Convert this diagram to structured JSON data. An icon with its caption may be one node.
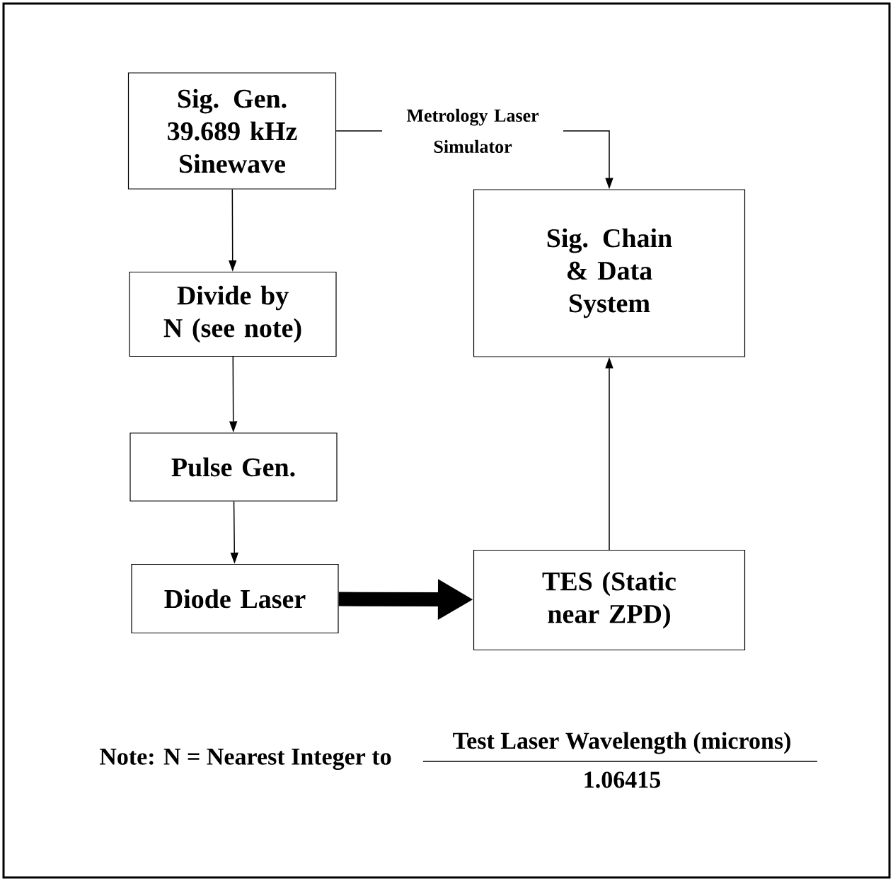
{
  "diagram": {
    "nodes": [
      {
        "text": [
          "Sig. Gen. 39.689 kHz Sinewave"
        ]
      },
      {
        "text": [
          "Divide by N (see note)"
        ]
      },
      {
        "text": [
          "Pulse Gen."
        ]
      },
      {
        "text": [
          "Diode Laser"
        ]
      },
      {
        "text": [
          "Sig. Chain & Data System"
        ]
      },
      {
        "text": [
          "TES (Static near ZPD)"
        ]
      }
    ],
    "edges": [
      {
        "from": 0,
        "to": 1,
        "arrow": "to"
      },
      {
        "from": 1,
        "to": 2,
        "arrow": "to"
      },
      {
        "from": 2,
        "to": 3,
        "arrow": "to"
      },
      {
        "from": 3,
        "to": 5,
        "arrow": "to",
        "style": "thick"
      },
      {
        "from": 5,
        "to": 4,
        "arrow": "to"
      },
      {
        "from": 0,
        "to": 4,
        "arrow": "to",
        "label": "Metrology Laser Simulator"
      }
    ],
    "labels": [
      "Note: N = Nearest Integer to",
      "Test Laser Wavelength (microns)",
      "1.06415"
    ]
  }
}
